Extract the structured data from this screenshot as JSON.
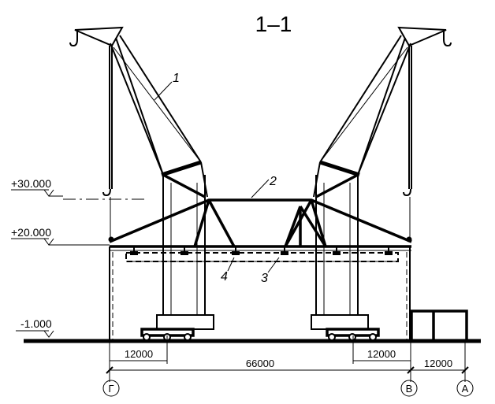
{
  "section_title": "1–1",
  "elevations": {
    "top": "+30.000",
    "middle": "+20.000",
    "ground": "-1.000"
  },
  "callouts": {
    "crane": "1",
    "truss": "2",
    "rail": "3",
    "hoist": "4"
  },
  "dimensions": {
    "left_track": "12000",
    "right_track": "12000",
    "span": "66000",
    "bay": "12000"
  },
  "axes": {
    "left": "Г",
    "middle": "В",
    "right": "А"
  }
}
